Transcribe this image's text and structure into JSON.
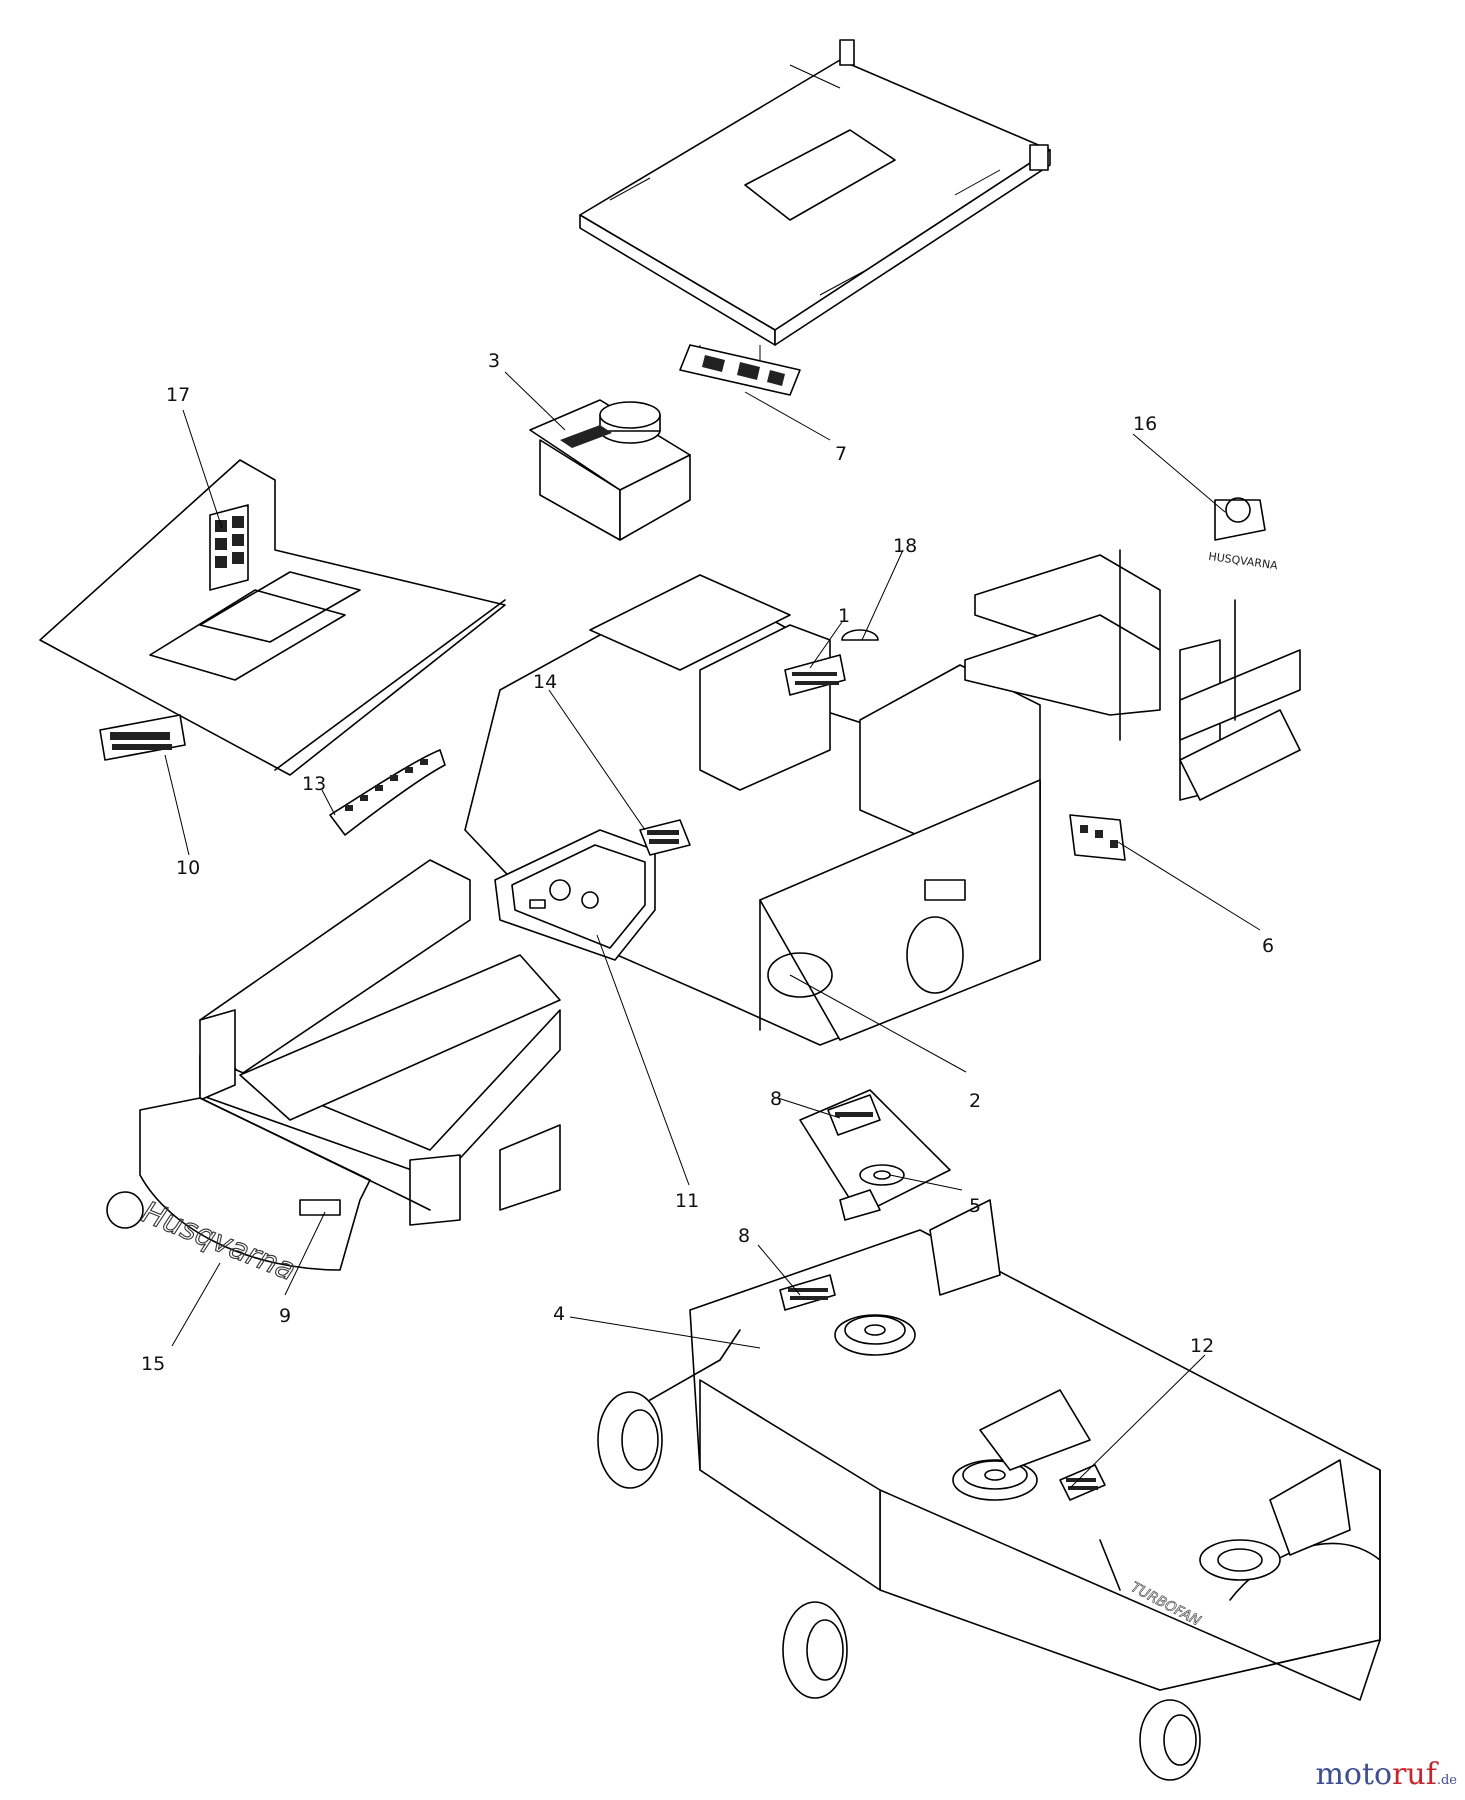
{
  "diagram": {
    "callouts": [
      {
        "id": "c1",
        "number": "1"
      },
      {
        "id": "c2",
        "number": "2"
      },
      {
        "id": "c3",
        "number": "3"
      },
      {
        "id": "c4",
        "number": "4"
      },
      {
        "id": "c5",
        "number": "5"
      },
      {
        "id": "c6",
        "number": "6"
      },
      {
        "id": "c7",
        "number": "7"
      },
      {
        "id": "c8a",
        "number": "8"
      },
      {
        "id": "c8b",
        "number": "8"
      },
      {
        "id": "c9",
        "number": "9"
      },
      {
        "id": "c10",
        "number": "10"
      },
      {
        "id": "c11",
        "number": "11"
      },
      {
        "id": "c12",
        "number": "12"
      },
      {
        "id": "c13",
        "number": "13"
      },
      {
        "id": "c14",
        "number": "14"
      },
      {
        "id": "c15",
        "number": "15"
      },
      {
        "id": "c16",
        "number": "16"
      },
      {
        "id": "c17",
        "number": "17"
      },
      {
        "id": "c18",
        "number": "18"
      }
    ],
    "decals": {
      "front_logo": "Husqvarna",
      "deck_logo": "TURBOFAN"
    }
  },
  "watermark": {
    "part1": "moto",
    "part2": "ruf",
    "part3": ".de"
  }
}
